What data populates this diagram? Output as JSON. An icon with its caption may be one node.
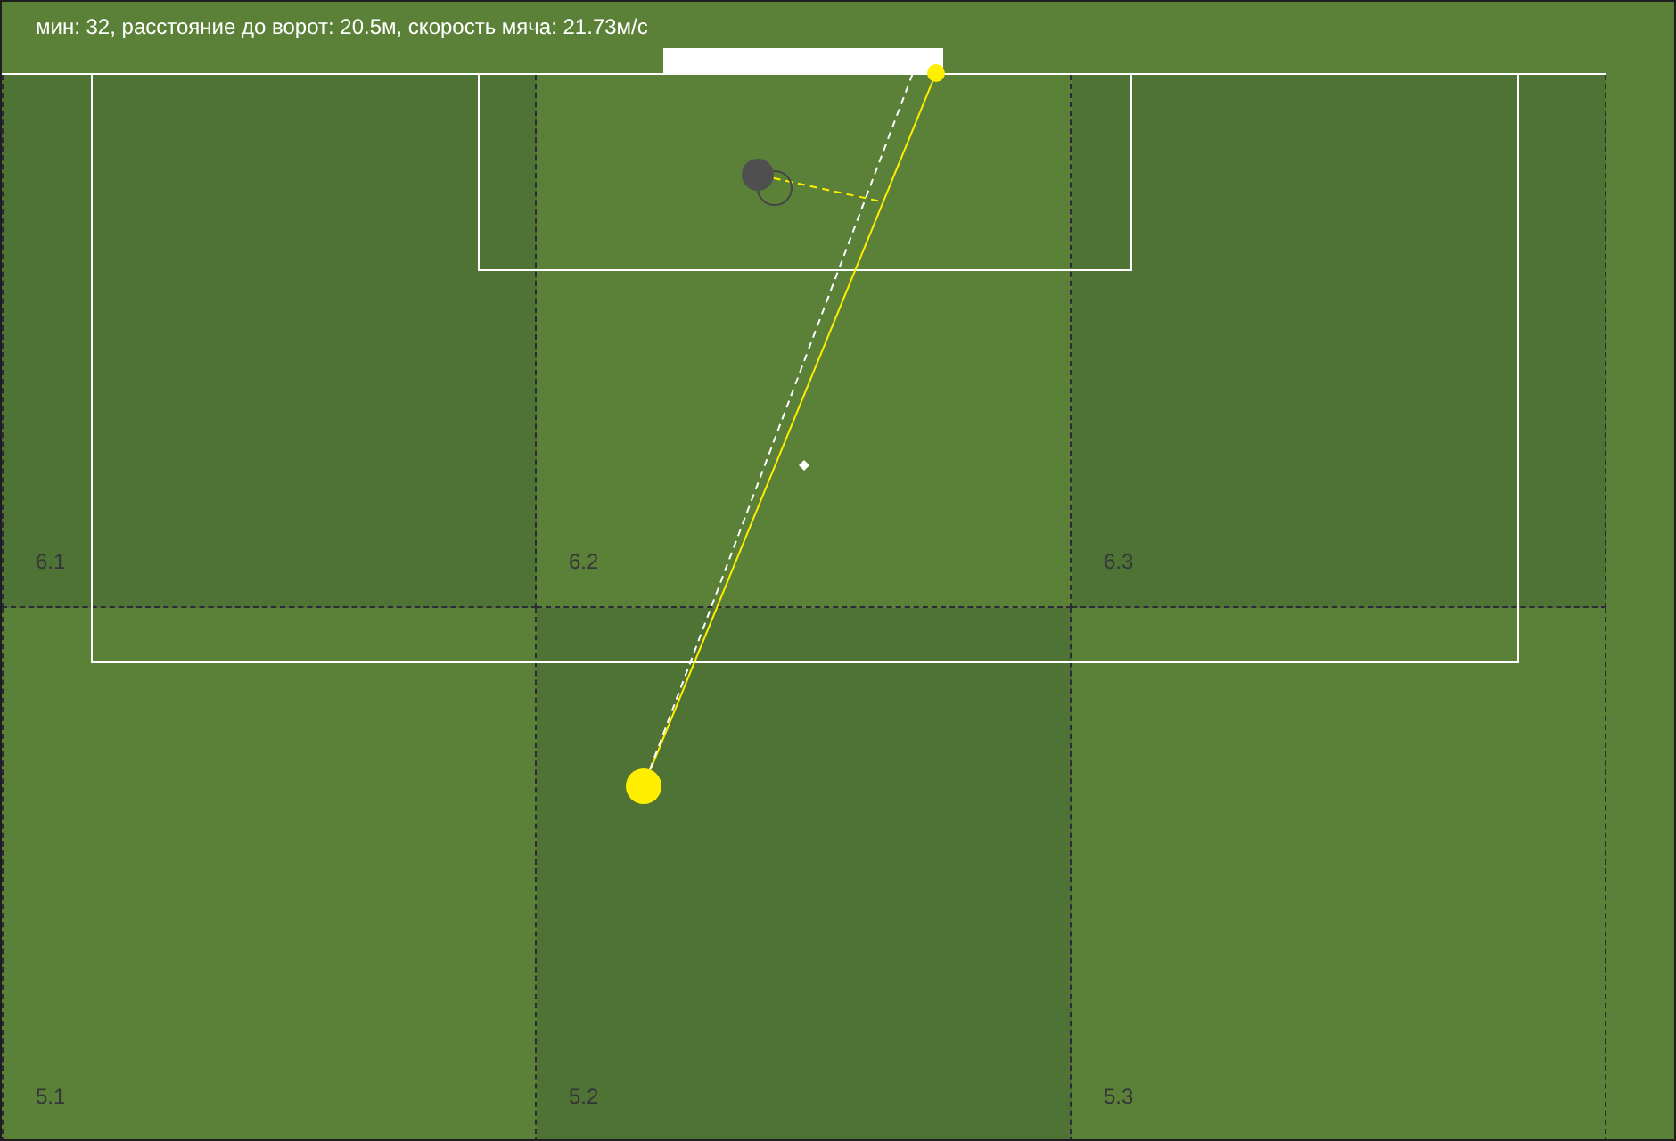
{
  "diagram": {
    "title": "мин: 32, расстояние до ворот: 20.5м, скорость мяча: 21.73м/с",
    "nodes": [
      {
        "text": [],
        "shape": "bar"
      },
      {
        "text": [],
        "shape": "circle"
      },
      {
        "text": [
          "6.1"
        ]
      },
      {
        "text": [
          "6.2"
        ]
      },
      {
        "text": [
          "6.3"
        ]
      },
      {
        "text": [
          "5.1"
        ]
      },
      {
        "text": [
          "5.2"
        ]
      },
      {
        "text": [
          "5.3"
        ]
      },
      {
        "text": [],
        "shape": "circle",
        "in": 3
      },
      {
        "text": [],
        "shape": "circle",
        "in": 6
      }
    ],
    "edges": [
      {
        "from": 9,
        "to": 1,
        "arrow": "none",
        "color": "#ffee00"
      },
      {
        "from": 9,
        "to": 0,
        "arrow": "none",
        "style": "dashed",
        "color": "#ffffff"
      },
      {
        "from": 8,
        "to": null,
        "arrow": "none",
        "style": "dashed",
        "color": "#ffee00"
      }
    ]
  }
}
